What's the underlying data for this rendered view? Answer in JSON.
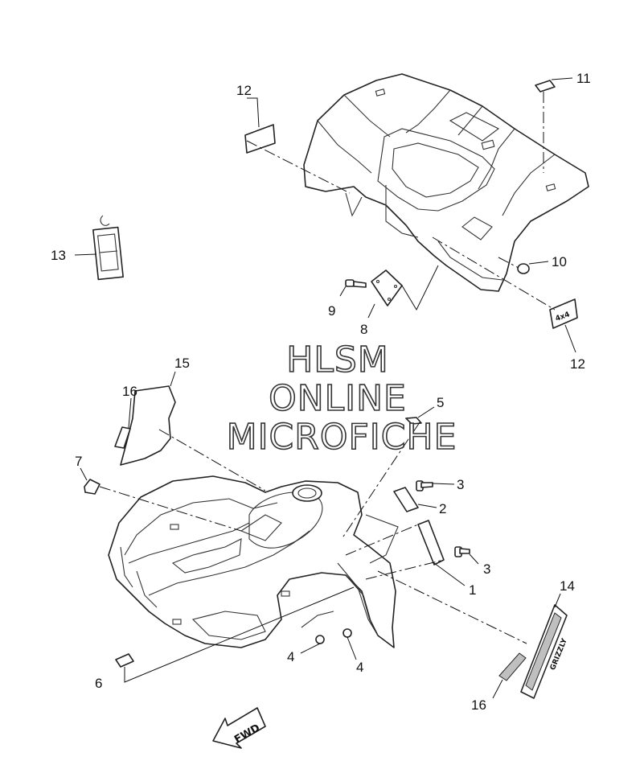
{
  "callouts": {
    "c1": "1",
    "c2": "2",
    "c3a": "3",
    "c3b": "3",
    "c4a": "4",
    "c4b": "4",
    "c5": "5",
    "c6": "6",
    "c7": "7",
    "c8": "8",
    "c9": "9",
    "c10": "10",
    "c11": "11",
    "c12a": "12",
    "c12b": "12",
    "c13": "13",
    "c14": "14",
    "c15": "15",
    "c16a": "16",
    "c16b": "16"
  },
  "watermark": {
    "line1": "HLSM",
    "line2": "ONLINE",
    "line3": "MICROFICHE"
  },
  "labels": {
    "fwd": "FWD",
    "badge_4x4": "4x4",
    "emblem_brand": "GRIZZLY"
  },
  "colors": {
    "line": "#222222",
    "background": "#ffffff",
    "shade": "#bfbfbf"
  }
}
